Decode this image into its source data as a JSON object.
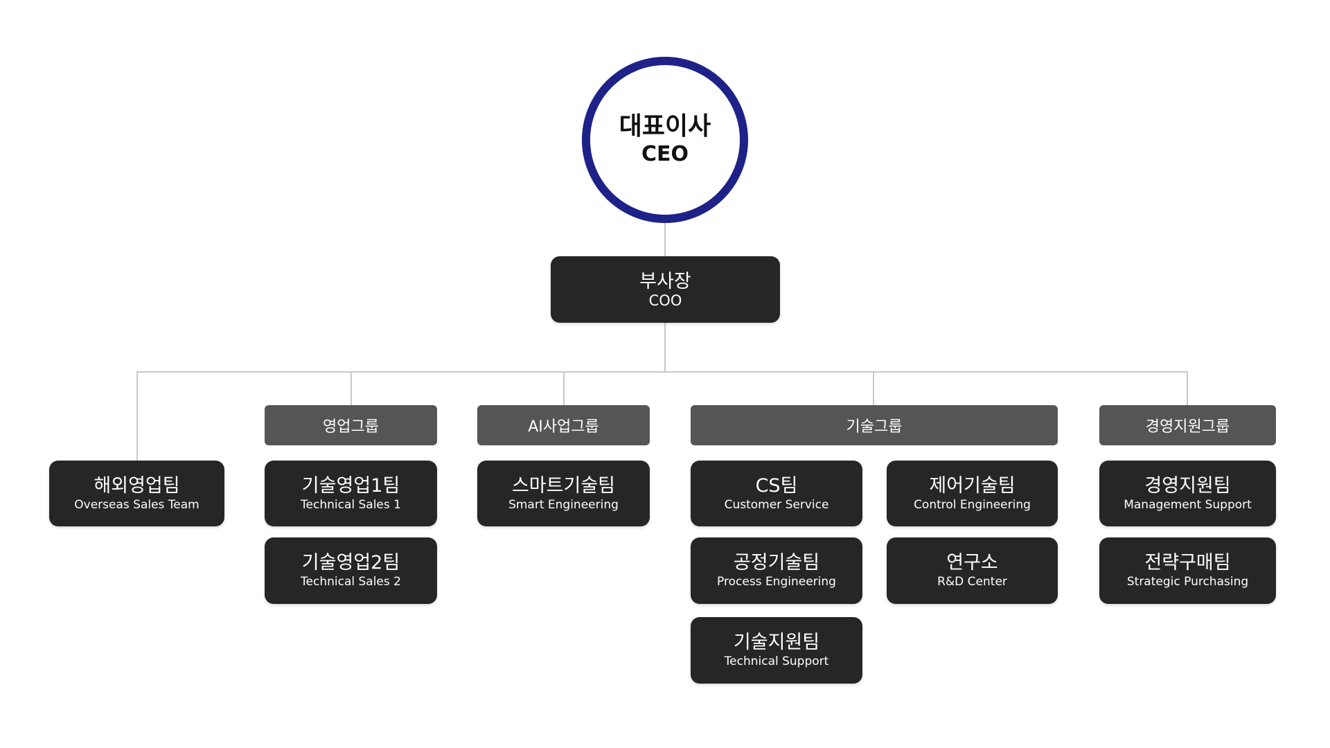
{
  "ceo": {
    "ko": "대표이사",
    "en": "CEO"
  },
  "coo": {
    "ko": "부사장",
    "en": "COO"
  },
  "groups": {
    "sales": "영업그룹",
    "ai": "AI사업그룹",
    "tech": "기술그룹",
    "mgmt": "경영지원그룹"
  },
  "teams": {
    "overseas": {
      "ko": "해외영업팀",
      "en": "Overseas Sales Team"
    },
    "ts1": {
      "ko": "기술영업1팀",
      "en": "Technical Sales 1"
    },
    "ts2": {
      "ko": "기술영업2팀",
      "en": "Technical Sales 2"
    },
    "smart": {
      "ko": "스마트기술팀",
      "en": "Smart Engineering"
    },
    "cs": {
      "ko": "CS팀",
      "en": "Customer Service"
    },
    "control": {
      "ko": "제어기술팀",
      "en": "Control Engineering"
    },
    "process": {
      "ko": "공정기술팀",
      "en": "Process Engineering"
    },
    "rnd": {
      "ko": "연구소",
      "en": "R&D Center"
    },
    "techsupport": {
      "ko": "기술지원팀",
      "en": "Technical Support"
    },
    "mgmtsupport": {
      "ko": "경영지원팀",
      "en": "Management Support"
    },
    "purchasing": {
      "ko": "전략구매팀",
      "en": "Strategic Purchasing"
    }
  },
  "colors": {
    "ceo_ring": "#1e2288",
    "box": "#262626",
    "group": "#555555",
    "connector": "#c8c8c8"
  }
}
